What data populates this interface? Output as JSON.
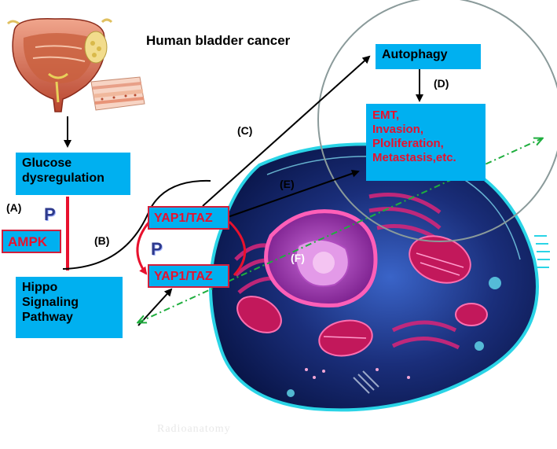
{
  "title": "Human bladder cancer",
  "nodes": {
    "glucose": "Glucose dysregulation",
    "ampk": "AMPK",
    "hippo": "Hippo Signaling Pathway",
    "yap_top": "YAP1/TAZ",
    "yap_bottom": "YAP1/TAZ",
    "autophagy": "Autophagy",
    "emt_lines": [
      "EMT,",
      "Invasion,",
      "Ploliferation,",
      "Metastasis,etc."
    ]
  },
  "phospho": [
    "P",
    "P"
  ],
  "edge_labels": {
    "a": "(A)",
    "b": "(B)",
    "c": "(C)",
    "d": "(D)",
    "e": "(E)",
    "f": "(F)"
  },
  "watermark": "Radioanatomy",
  "colors": {
    "node_fill": "#00b0f0",
    "node_border": "#d21f3c",
    "red_text": "#e8112d",
    "inhibit_line": "#e8112d",
    "green_dash": "#1fae3e",
    "cell_body": "#0e1f5c",
    "cell_rim": "#2ad4e6",
    "organelle": "#d0267a"
  }
}
